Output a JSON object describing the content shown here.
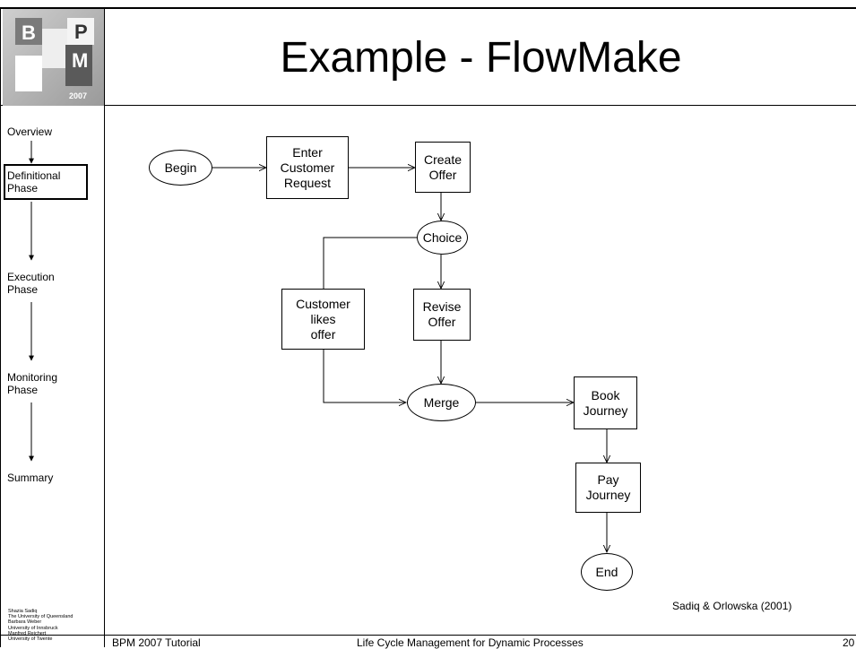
{
  "logo": {
    "letters": [
      "B",
      "P",
      "M"
    ],
    "year": "2007"
  },
  "title": "Example - FlowMake",
  "sidebar": {
    "items": [
      {
        "label": "Overview"
      },
      {
        "label": "Definitional\nPhase"
      },
      {
        "label": "Execution\nPhase"
      },
      {
        "label": "Monitoring\nPhase"
      },
      {
        "label": "Summary"
      }
    ],
    "authors": "Shazia Sadiq\nThe University of Queensland\nBarbara Weber\nUniversity of Innsbruck\nManfred Reichert\nUniversity of Twente"
  },
  "diagram": {
    "nodes": {
      "begin": "Begin",
      "enter": "Enter\nCustomer\nRequest",
      "create": "Create\nOffer",
      "choice": "Choice",
      "revise": "Revise\nOffer",
      "likes": "Customer\nlikes\noffer",
      "merge": "Merge",
      "book": "Book\nJourney",
      "pay": "Pay\nJourney",
      "end": "End"
    },
    "source": "Sadiq & Orlowska (2001)"
  },
  "footer": {
    "left": "BPM 2007 Tutorial",
    "center": "Life Cycle Management for Dynamic Processes",
    "page": "20"
  }
}
